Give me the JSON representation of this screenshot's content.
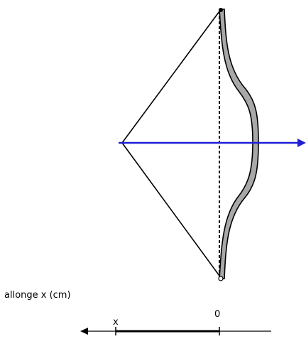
{
  "diagram": {
    "axis_label": "allonge x (cm)",
    "scale_x_label": "x",
    "scale_zero_label": "0",
    "colors": {
      "ink": "#000000",
      "arrow": "#1f1fd6",
      "limb_fill": "#a8a8a8",
      "background": "#ffffff"
    }
  }
}
